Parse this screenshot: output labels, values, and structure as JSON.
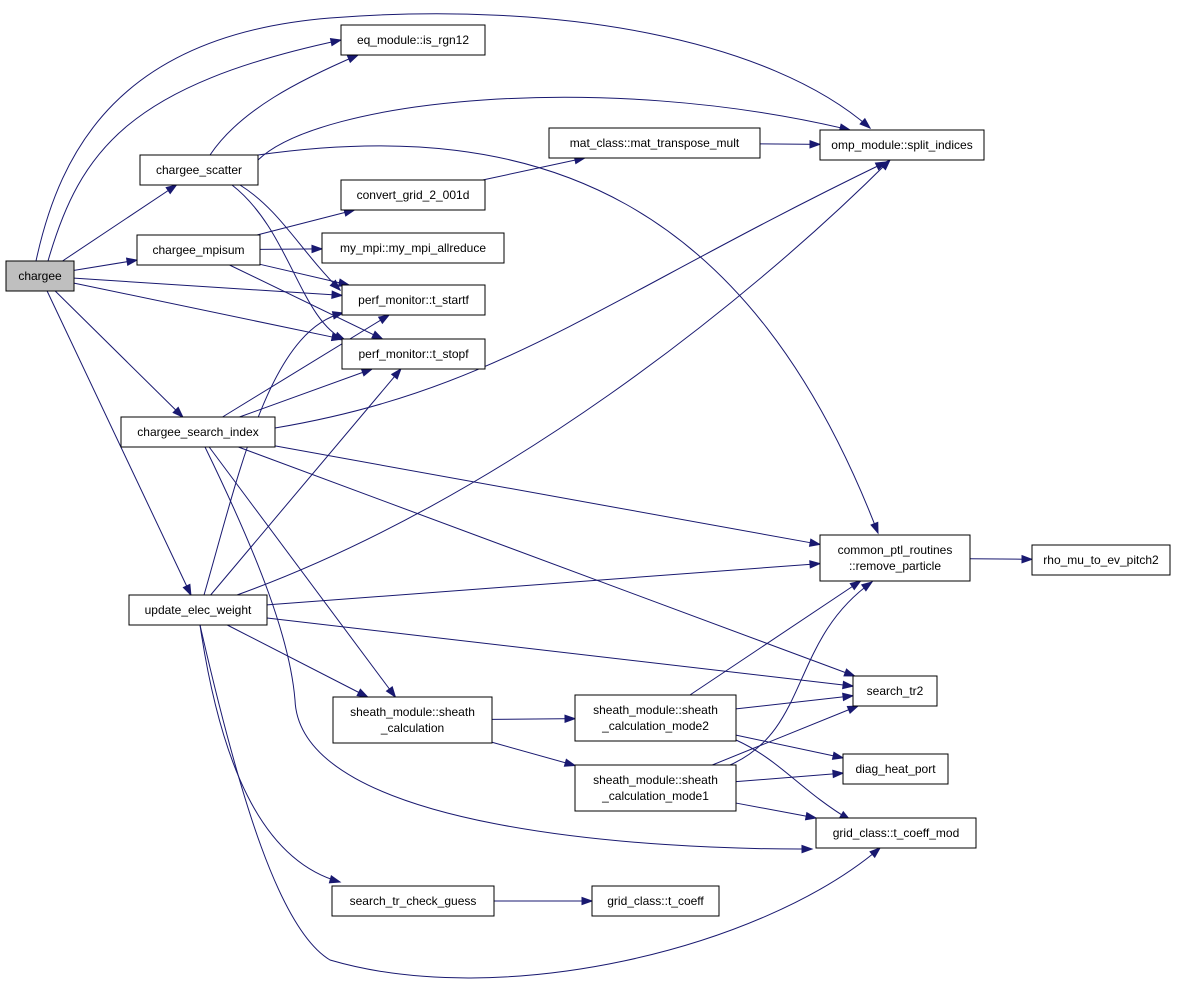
{
  "nodes": [
    {
      "id": "chargee",
      "lines": [
        "chargee"
      ],
      "root": true
    },
    {
      "id": "chargee_scatter",
      "lines": [
        "chargee_scatter"
      ]
    },
    {
      "id": "chargee_mpisum",
      "lines": [
        "chargee_mpisum"
      ]
    },
    {
      "id": "chargee_search_index",
      "lines": [
        "chargee_search_index"
      ]
    },
    {
      "id": "update_elec_weight",
      "lines": [
        "update_elec_weight"
      ]
    },
    {
      "id": "is_rgn12",
      "lines": [
        "eq_module::is_rgn12"
      ]
    },
    {
      "id": "convert_grid",
      "lines": [
        "convert_grid_2_001d"
      ]
    },
    {
      "id": "my_mpi_allreduce",
      "lines": [
        "my_mpi::my_mpi_allreduce"
      ]
    },
    {
      "id": "t_startf",
      "lines": [
        "perf_monitor::t_startf"
      ]
    },
    {
      "id": "t_stopf",
      "lines": [
        "perf_monitor::t_stopf"
      ]
    },
    {
      "id": "sheath_calc",
      "lines": [
        "sheath_module::sheath",
        "_calculation"
      ]
    },
    {
      "id": "search_tr_check_guess",
      "lines": [
        "search_tr_check_guess"
      ]
    },
    {
      "id": "mat_transpose_mult",
      "lines": [
        "mat_class::mat_transpose_mult"
      ]
    },
    {
      "id": "split_indices",
      "lines": [
        "omp_module::split_indices"
      ]
    },
    {
      "id": "remove_particle",
      "lines": [
        "common_ptl_routines",
        "::remove_particle"
      ]
    },
    {
      "id": "rho_mu",
      "lines": [
        "rho_mu_to_ev_pitch2"
      ]
    },
    {
      "id": "search_tr2",
      "lines": [
        "search_tr2"
      ]
    },
    {
      "id": "sheath_mode2",
      "lines": [
        "sheath_module::sheath",
        "_calculation_mode2"
      ]
    },
    {
      "id": "sheath_mode1",
      "lines": [
        "sheath_module::sheath",
        "_calculation_mode1"
      ]
    },
    {
      "id": "diag_heat_port",
      "lines": [
        "diag_heat_port"
      ]
    },
    {
      "id": "t_coeff_mod",
      "lines": [
        "grid_class::t_coeff_mod"
      ]
    },
    {
      "id": "t_coeff",
      "lines": [
        "grid_class::t_coeff"
      ]
    }
  ],
  "edges": [
    {
      "from": "chargee",
      "to": "chargee_scatter"
    },
    {
      "from": "chargee",
      "to": "chargee_mpisum"
    },
    {
      "from": "chargee",
      "to": "chargee_search_index"
    },
    {
      "from": "chargee",
      "to": "update_elec_weight"
    },
    {
      "from": "chargee",
      "to": "is_rgn12"
    },
    {
      "from": "chargee",
      "to": "split_indices"
    },
    {
      "from": "chargee",
      "to": "t_startf"
    },
    {
      "from": "chargee",
      "to": "t_stopf"
    },
    {
      "from": "chargee_scatter",
      "to": "is_rgn12"
    },
    {
      "from": "chargee_scatter",
      "to": "split_indices"
    },
    {
      "from": "chargee_scatter",
      "to": "remove_particle"
    },
    {
      "from": "chargee_scatter",
      "to": "t_startf"
    },
    {
      "from": "chargee_scatter",
      "to": "t_stopf"
    },
    {
      "from": "chargee_mpisum",
      "to": "convert_grid"
    },
    {
      "from": "chargee_mpisum",
      "to": "my_mpi_allreduce"
    },
    {
      "from": "chargee_mpisum",
      "to": "t_startf"
    },
    {
      "from": "chargee_mpisum",
      "to": "t_stopf"
    },
    {
      "from": "convert_grid",
      "to": "mat_transpose_mult"
    },
    {
      "from": "mat_transpose_mult",
      "to": "split_indices"
    },
    {
      "from": "chargee_search_index",
      "to": "split_indices"
    },
    {
      "from": "chargee_search_index",
      "to": "t_startf"
    },
    {
      "from": "chargee_search_index",
      "to": "t_stopf"
    },
    {
      "from": "chargee_search_index",
      "to": "remove_particle"
    },
    {
      "from": "chargee_search_index",
      "to": "search_tr2"
    },
    {
      "from": "chargee_search_index",
      "to": "sheath_calc"
    },
    {
      "from": "chargee_search_index",
      "to": "t_coeff_mod"
    },
    {
      "from": "update_elec_weight",
      "to": "t_startf"
    },
    {
      "from": "update_elec_weight",
      "to": "t_stopf"
    },
    {
      "from": "update_elec_weight",
      "to": "split_indices"
    },
    {
      "from": "update_elec_weight",
      "to": "remove_particle"
    },
    {
      "from": "update_elec_weight",
      "to": "search_tr2"
    },
    {
      "from": "update_elec_weight",
      "to": "sheath_calc"
    },
    {
      "from": "update_elec_weight",
      "to": "search_tr_check_guess"
    },
    {
      "from": "update_elec_weight",
      "to": "t_coeff_mod"
    },
    {
      "from": "sheath_calc",
      "to": "sheath_mode2"
    },
    {
      "from": "sheath_calc",
      "to": "sheath_mode1"
    },
    {
      "from": "sheath_mode2",
      "to": "remove_particle"
    },
    {
      "from": "sheath_mode2",
      "to": "search_tr2"
    },
    {
      "from": "sheath_mode2",
      "to": "diag_heat_port"
    },
    {
      "from": "sheath_mode2",
      "to": "t_coeff_mod"
    },
    {
      "from": "sheath_mode1",
      "to": "remove_particle"
    },
    {
      "from": "sheath_mode1",
      "to": "search_tr2"
    },
    {
      "from": "sheath_mode1",
      "to": "diag_heat_port"
    },
    {
      "from": "sheath_mode1",
      "to": "t_coeff_mod"
    },
    {
      "from": "remove_particle",
      "to": "rho_mu"
    },
    {
      "from": "search_tr_check_guess",
      "to": "t_coeff"
    }
  ]
}
